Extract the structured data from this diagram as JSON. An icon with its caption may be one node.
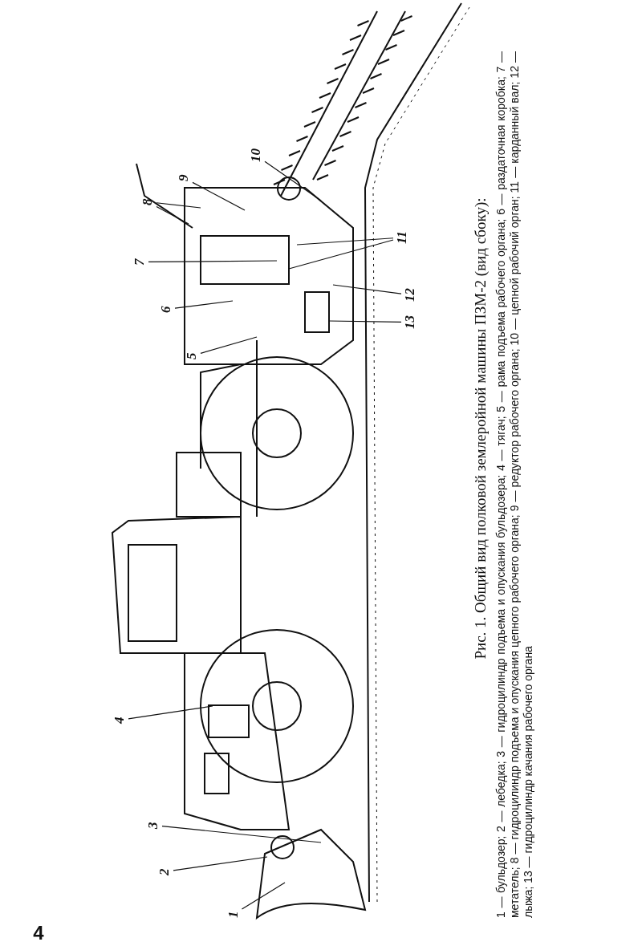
{
  "diagram": {
    "caption": "Рис. 1. Общий вид полковой землеройной машины ПЗМ-2 (вид сбоку):",
    "nodes": [
      {
        "text": [
          "1"
        ]
      },
      {
        "text": [
          "2"
        ]
      },
      {
        "text": [
          "3"
        ]
      },
      {
        "text": [
          "4"
        ]
      },
      {
        "text": [
          "5"
        ]
      },
      {
        "text": [
          "6"
        ]
      },
      {
        "text": [
          "7"
        ]
      },
      {
        "text": [
          "8"
        ]
      },
      {
        "text": [
          "9"
        ]
      },
      {
        "text": [
          "10"
        ]
      },
      {
        "text": [
          "11"
        ]
      },
      {
        "text": [
          "12"
        ]
      },
      {
        "text": [
          "13"
        ]
      }
    ],
    "edges": [
      {
        "from": 0,
        "to": null,
        "arrow": "none"
      },
      {
        "from": 1,
        "to": null,
        "arrow": "none"
      },
      {
        "from": 2,
        "to": null,
        "arrow": "none"
      },
      {
        "from": 3,
        "to": null,
        "arrow": "none"
      },
      {
        "from": 4,
        "to": null,
        "arrow": "none"
      },
      {
        "from": 5,
        "to": null,
        "arrow": "none"
      },
      {
        "from": 6,
        "to": null,
        "arrow": "none"
      },
      {
        "from": 7,
        "to": null,
        "arrow": "none"
      },
      {
        "from": 7,
        "to": null,
        "arrow": "none"
      },
      {
        "from": 8,
        "to": null,
        "arrow": "none"
      },
      {
        "from": 9,
        "to": null,
        "arrow": "none"
      },
      {
        "from": 10,
        "to": null,
        "arrow": "none"
      },
      {
        "from": 10,
        "to": null,
        "arrow": "none"
      },
      {
        "from": 11,
        "to": null,
        "arrow": "none"
      },
      {
        "from": 12,
        "to": null,
        "arrow": "none"
      }
    ],
    "labels": [
      "1 — бульдозер; 2 — лебедка; 3 — гидроцилиндр подъема и опускания бульдозера; 4 — тягач; 5 — рама подъема рабочего органа; 6 — раздаточная коробка; 7 — метатель; 8 — гидроцилиндр подъема и опускания цепного рабочего органа; 9 — редуктор рабочего органа; 10 — цепной рабочий орган; 11 — карданный вал; 12 — лыжа; 13 — гидроцилиндр качания рабочего органа",
      "4"
    ]
  }
}
